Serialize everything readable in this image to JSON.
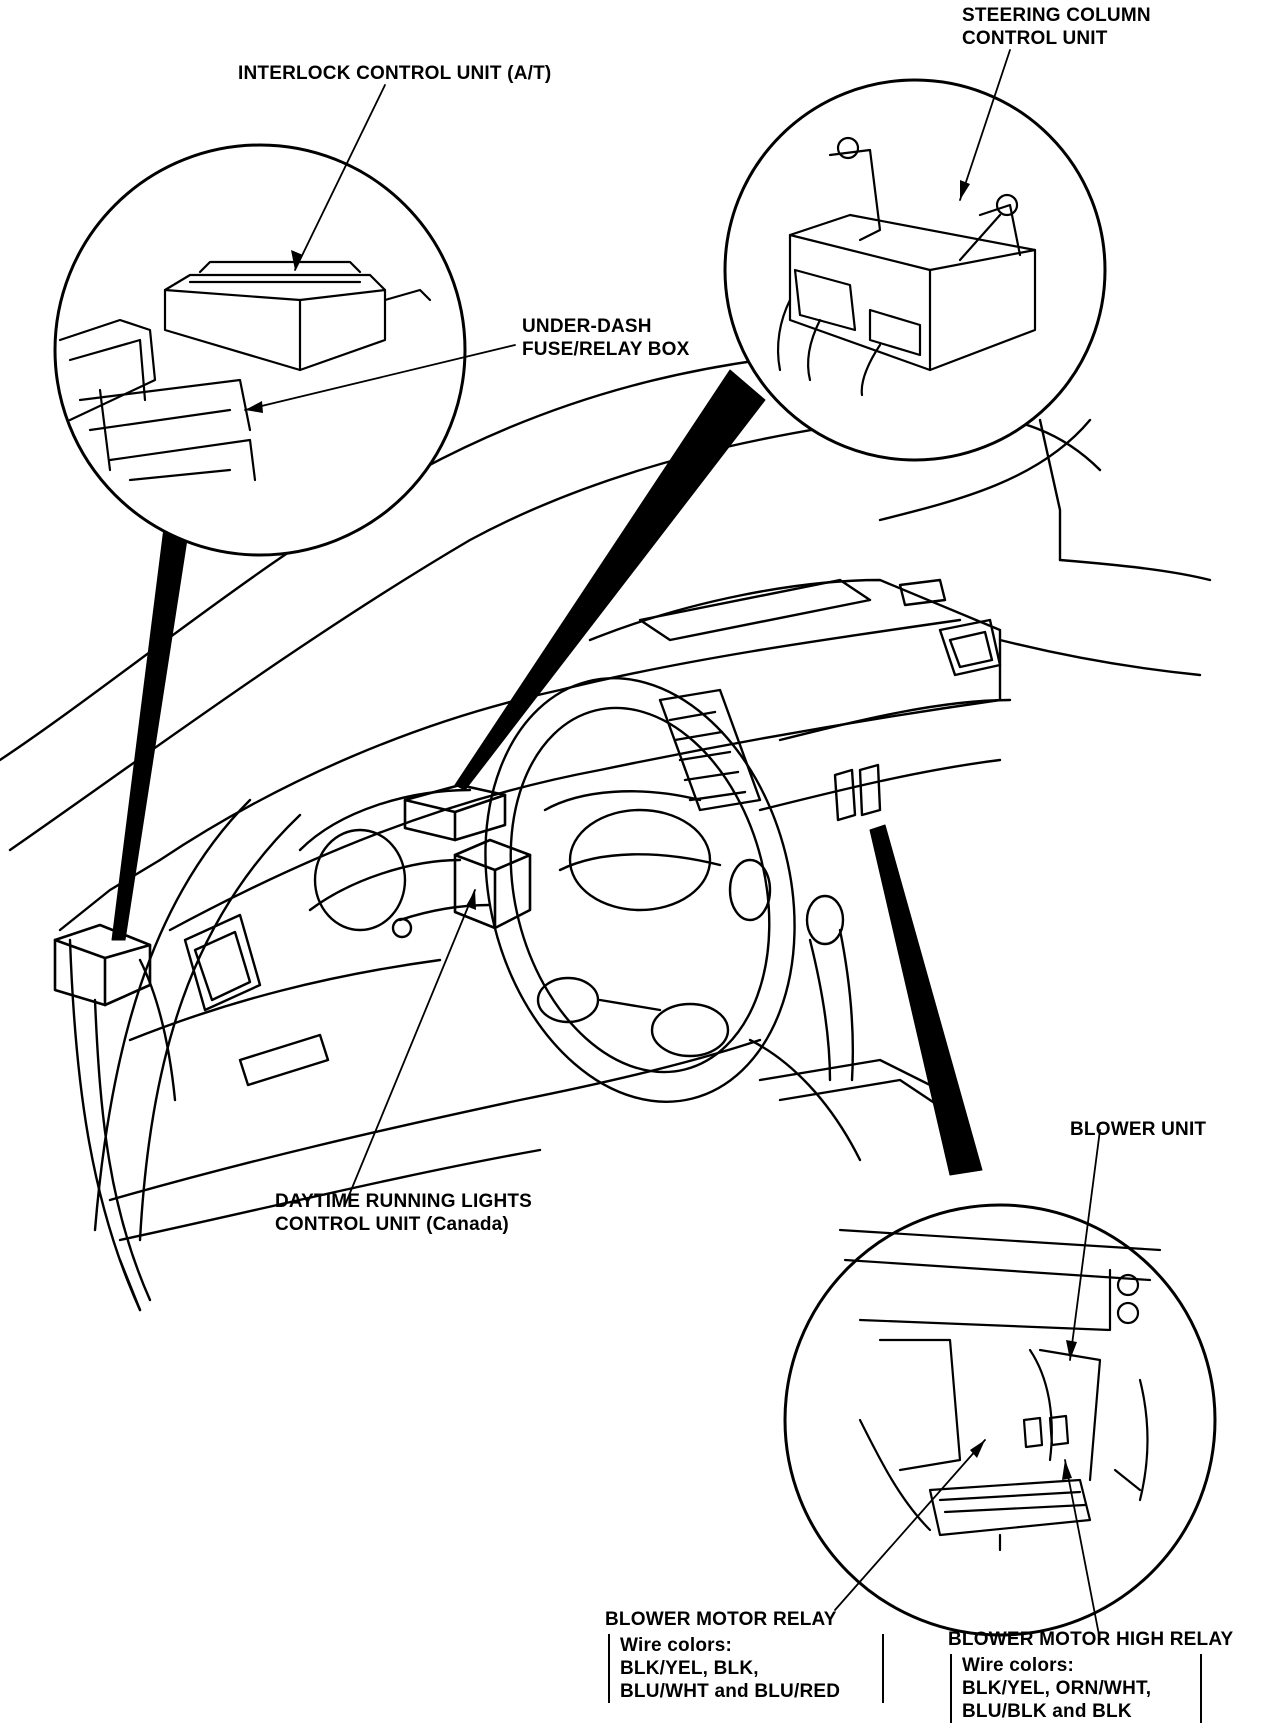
{
  "labels": {
    "interlock": "INTERLOCK CONTROL UNIT (A/T)",
    "steering_line1": "STEERING COLUMN",
    "steering_line2": "CONTROL UNIT",
    "underdash_line1": "UNDER-DASH",
    "underdash_line2": "FUSE/RELAY BOX",
    "drl_line1": "DAYTIME RUNNING LIGHTS",
    "drl_line2": "CONTROL UNIT (Canada)",
    "blower_unit": "BLOWER UNIT",
    "blower_relay": {
      "title": "BLOWER MOTOR RELAY",
      "line1": "Wire colors:",
      "line2": "BLK/YEL, BLK,",
      "line3": "BLU/WHT and BLU/RED"
    },
    "blower_high_relay": {
      "title": "BLOWER MOTOR HIGH RELAY",
      "line1": "Wire colors:",
      "line2": "BLK/YEL, ORN/WHT,",
      "line3": "BLU/BLK and BLK"
    }
  }
}
